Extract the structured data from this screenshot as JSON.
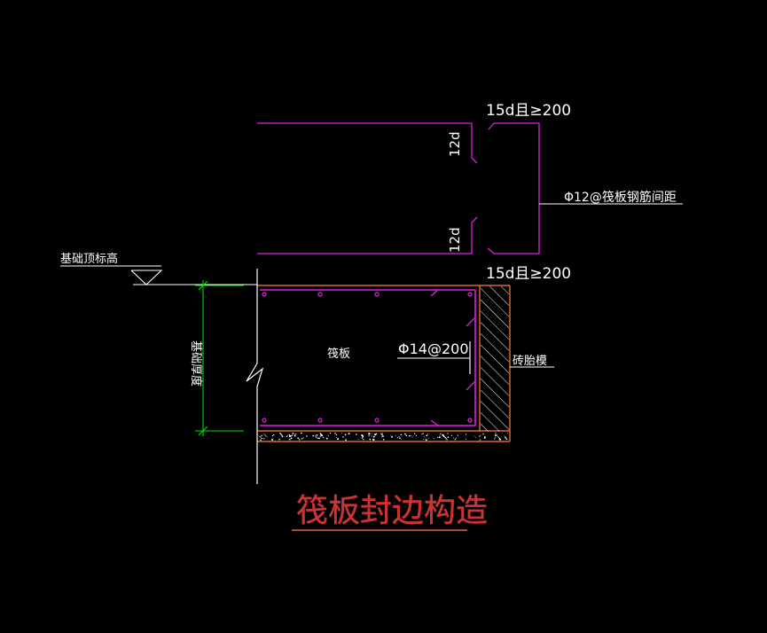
{
  "colors": {
    "background": "#000000",
    "rebar": "#e020e0",
    "outline": "#ff8040",
    "dimension": "#00dd00",
    "text": "#ffffff",
    "title": "#cc3333",
    "title_underline": "#ff8040"
  },
  "annotations": {
    "top_lap": "15d且≥200",
    "bottom_lap": "15d且≥200",
    "hook_upper": "12d",
    "hook_lower": "12d",
    "edge_bar_spec": "Φ12@筏板钢筋间距",
    "foundation_top_elevation": "基础顶标高",
    "foundation_thickness": "基础厚度",
    "raft_label": "筏板",
    "side_bar_spec": "Φ14@200",
    "brick_formwork": "砖胎模"
  },
  "title": "筏板封边构造"
}
